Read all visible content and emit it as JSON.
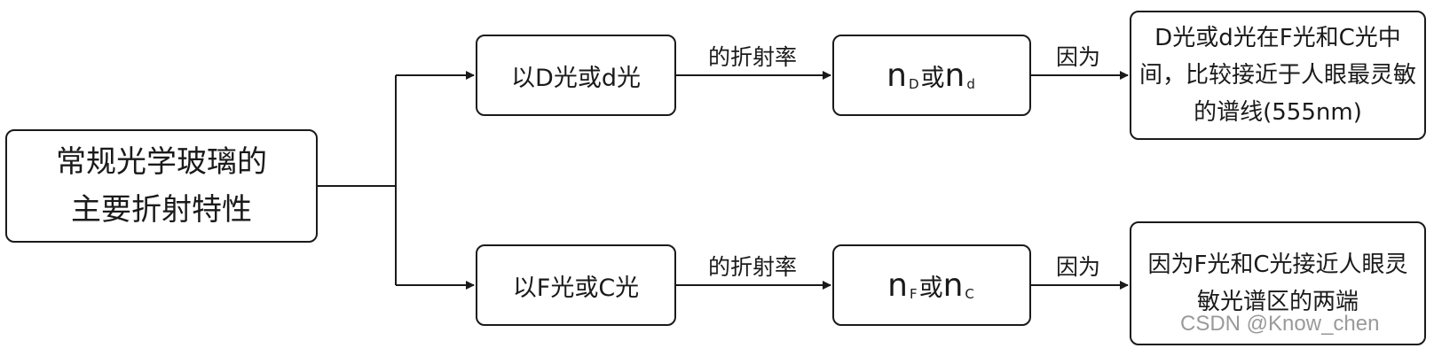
{
  "root": {
    "line1": "常规光学玻璃的",
    "line2": "主要折射特性"
  },
  "branches": [
    {
      "method": "以D光或d光",
      "edge_label": "的折射率",
      "symbol": {
        "n1": "n",
        "sub1": "D",
        "or": "或",
        "n2": "n",
        "sub2": "d"
      },
      "because": "因为",
      "reason": "D光或d光在F光和C光中间，比较接近于人眼最灵敏的谱线(555nm)"
    },
    {
      "method": "以F光或C光",
      "edge_label": "的折射率",
      "symbol": {
        "n1": "n",
        "sub1": "F",
        "or": "或",
        "n2": "n",
        "sub2": "C"
      },
      "because": "因为",
      "reason": "因为F光和C光接近人眼灵敏光谱区的两端"
    }
  ],
  "watermark": "CSDN @Know_chen"
}
